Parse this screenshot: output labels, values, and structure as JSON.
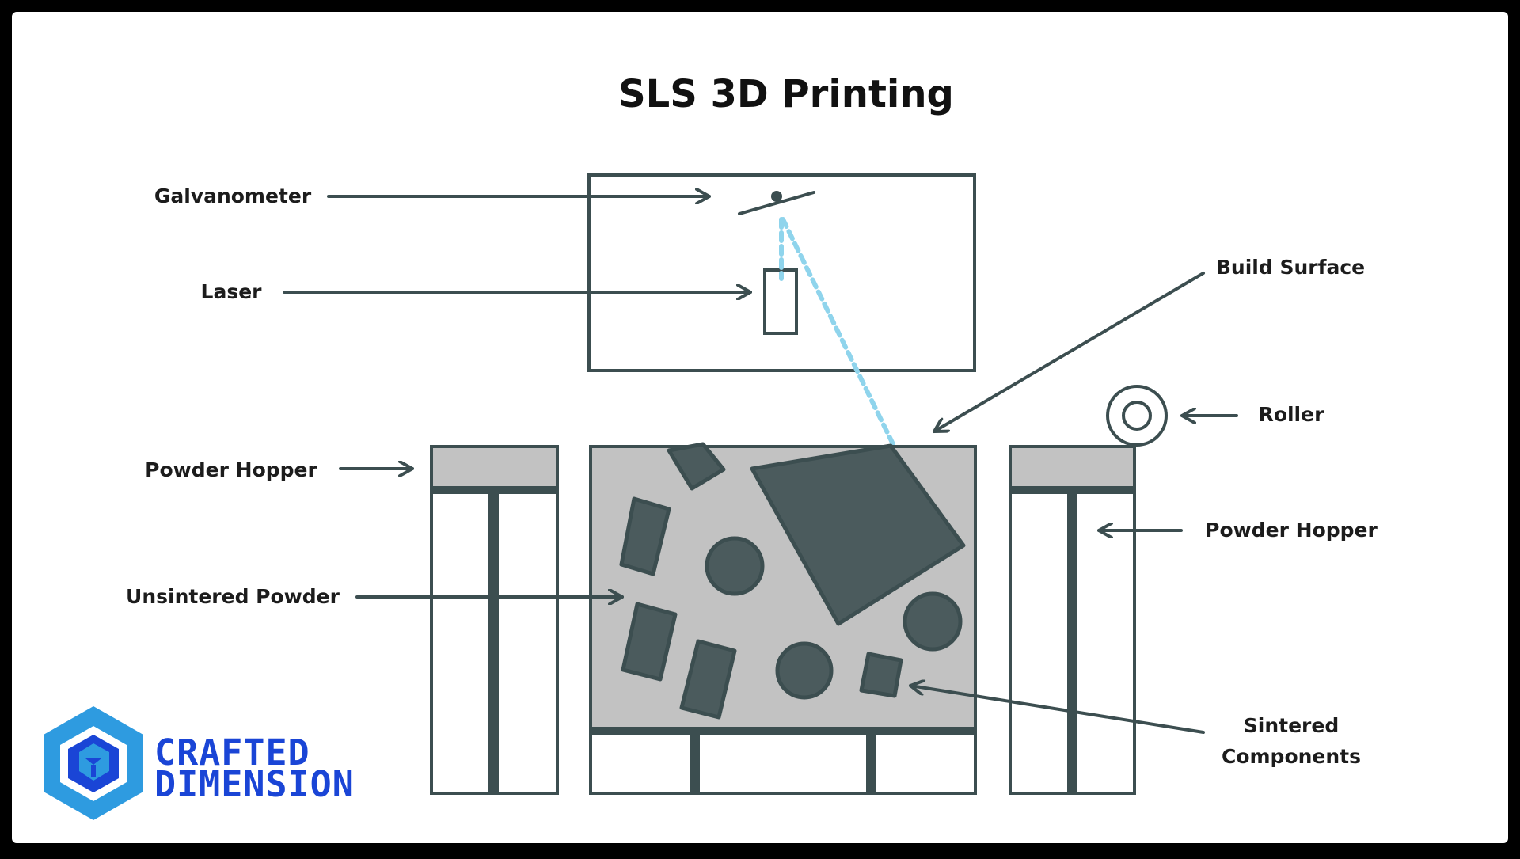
{
  "title": "SLS 3D Printing",
  "labels": {
    "galvanometer": "Galvanometer",
    "laser": "Laser",
    "build_surface": "Build Surface",
    "roller": "Roller",
    "powder_hopper_left": "Powder Hopper",
    "powder_hopper_right": "Powder Hopper",
    "unsintered_powder": "Unsintered Powder",
    "sintered_components_line1": "Sintered",
    "sintered_components_line2": "Components"
  },
  "logo": {
    "line1": "CRAFTED",
    "line2": "DIMENSION"
  },
  "colors": {
    "background": "#ffffff",
    "frame": "#000000",
    "stroke": "#3c4e50",
    "component_fill": "#4b5b5d",
    "powder": "#c2c2c2",
    "laser_beam": "#8fd4ec",
    "logo_blue": "#1a45d6",
    "logo_light_blue": "#2e9be0"
  }
}
